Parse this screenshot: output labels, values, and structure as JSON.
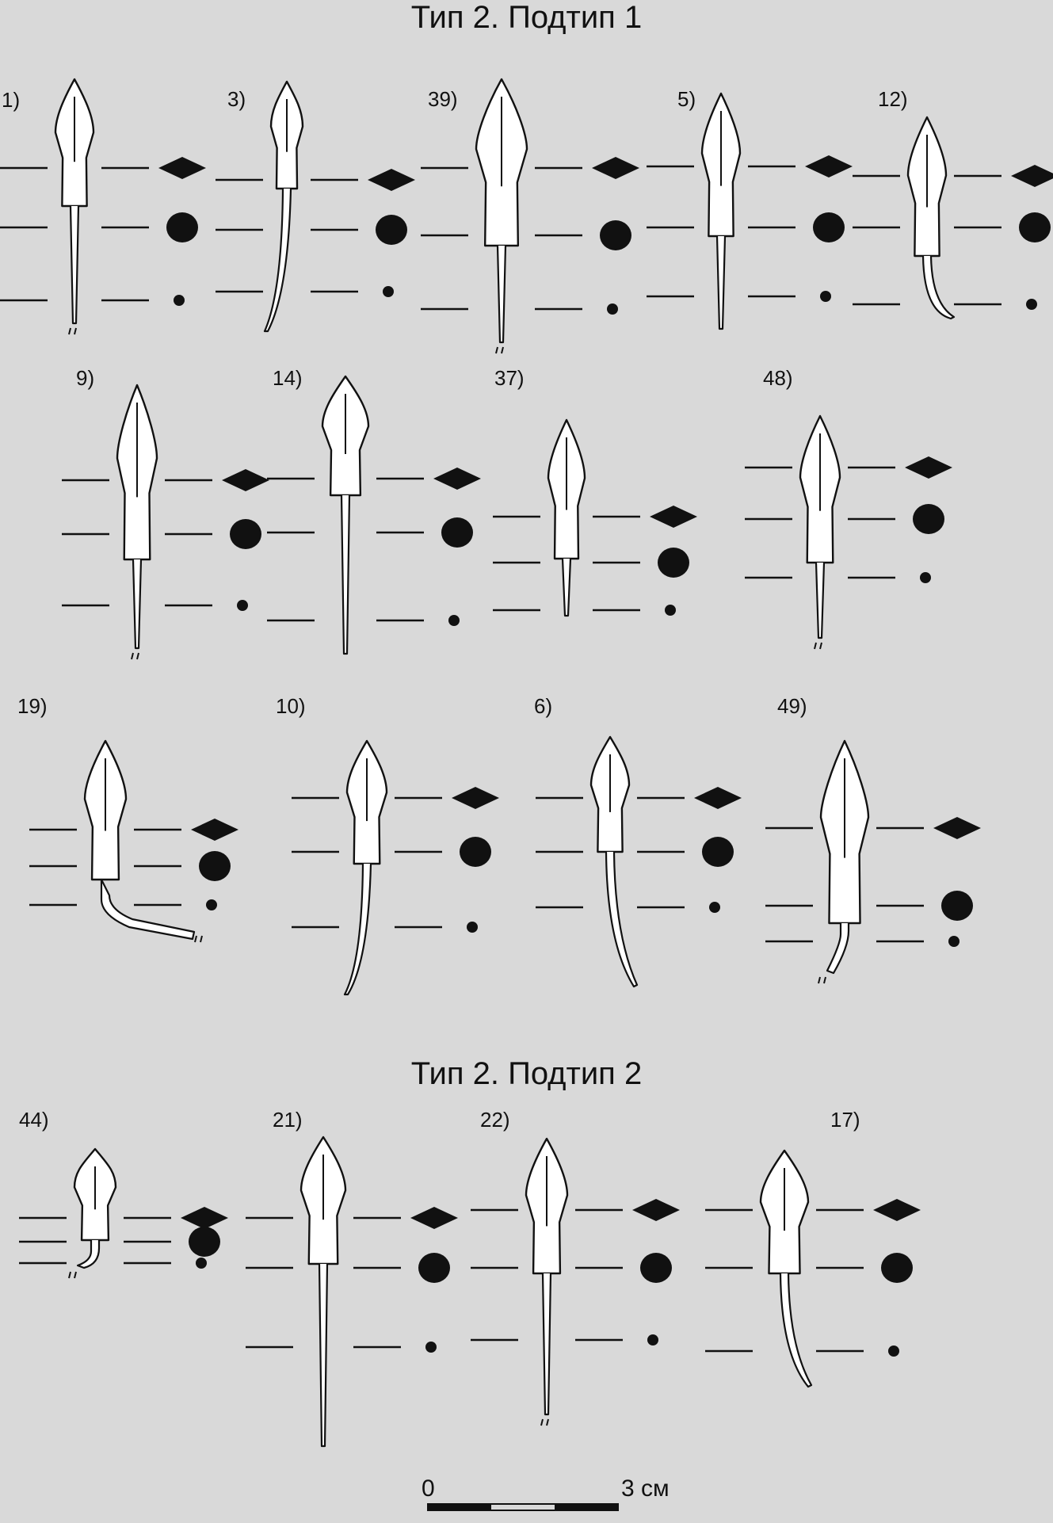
{
  "titles": {
    "subtype1": "Тип 2. Подтип 1",
    "subtype2": "Тип 2. Подтип 2"
  },
  "scale_bar": {
    "start_label": "0",
    "end_label": "3 см"
  },
  "items": [
    {
      "id": "1",
      "label": "1)",
      "shape": "straight",
      "tang_end": "broken"
    },
    {
      "id": "3",
      "label": "3)",
      "shape": "curve-left",
      "tang_end": "point"
    },
    {
      "id": "39",
      "label": "39)",
      "shape": "straight",
      "tang_end": "broken"
    },
    {
      "id": "5",
      "label": "5)",
      "shape": "straight",
      "tang_end": "point"
    },
    {
      "id": "12",
      "label": "12)",
      "shape": "curve-right",
      "tang_end": "point"
    },
    {
      "id": "9",
      "label": "9)",
      "shape": "straight",
      "tang_end": "broken"
    },
    {
      "id": "14",
      "label": "14)",
      "shape": "straight",
      "tang_end": "point"
    },
    {
      "id": "37",
      "label": "37)",
      "shape": "straight",
      "tang_end": "flat"
    },
    {
      "id": "48",
      "label": "48)",
      "shape": "straight",
      "tang_end": "broken"
    },
    {
      "id": "19",
      "label": "19)",
      "shape": "bent-right",
      "tang_end": "broken"
    },
    {
      "id": "10",
      "label": "10)",
      "shape": "curve-left",
      "tang_end": "point"
    },
    {
      "id": "6",
      "label": "6)",
      "shape": "curve-right",
      "tang_end": "point"
    },
    {
      "id": "49",
      "label": "49)",
      "shape": "bent-left",
      "tang_end": "broken"
    },
    {
      "id": "44",
      "label": "44)",
      "shape": "bent-left",
      "tang_end": "broken"
    },
    {
      "id": "21",
      "label": "21)",
      "shape": "straight",
      "tang_end": "point"
    },
    {
      "id": "22",
      "label": "22)",
      "shape": "straight",
      "tang_end": "broken"
    },
    {
      "id": "17",
      "label": "17)",
      "shape": "curve-right",
      "tang_end": "point"
    }
  ],
  "colors": {
    "background": "#d9d9d9",
    "ink": "#111111",
    "fill": "#ffffff"
  }
}
